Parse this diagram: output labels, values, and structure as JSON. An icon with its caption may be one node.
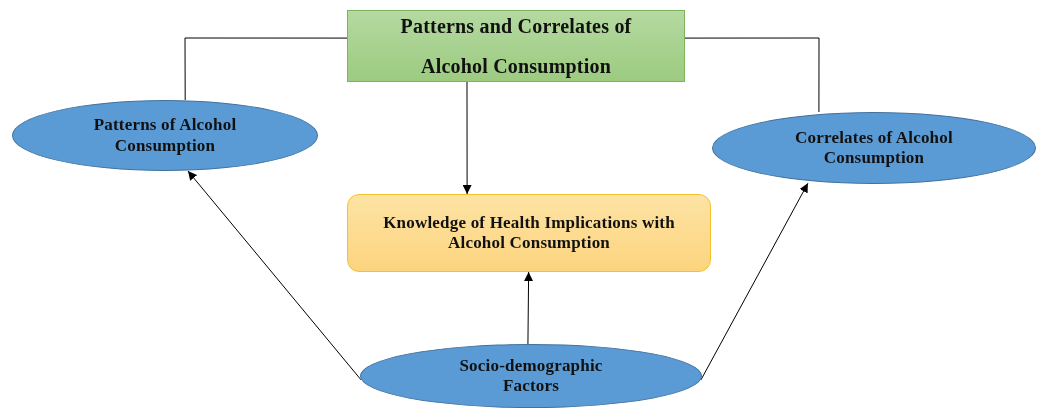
{
  "diagram": {
    "nodes": [
      {
        "text": [
          "Patterns and Correlates of Alcohol Consumption"
        ]
      },
      {
        "text": [
          "Patterns of Alcohol Consumption"
        ]
      },
      {
        "text": [
          "Correlates of Alcohol Consumption"
        ]
      },
      {
        "text": [
          "Knowledge of Health Implications with Alcohol Consumption"
        ]
      },
      {
        "text": [
          "Socio-demographic Factors"
        ]
      }
    ],
    "edges": [
      {
        "from": 0,
        "to": 1,
        "arrow": "none"
      },
      {
        "from": 0,
        "to": 2,
        "arrow": "none"
      },
      {
        "from": 0,
        "to": 3,
        "arrow": "to"
      },
      {
        "from": 4,
        "to": 1,
        "arrow": "to"
      },
      {
        "from": 4,
        "to": 3,
        "arrow": "to"
      },
      {
        "from": 4,
        "to": 2,
        "arrow": "to"
      }
    ]
  }
}
